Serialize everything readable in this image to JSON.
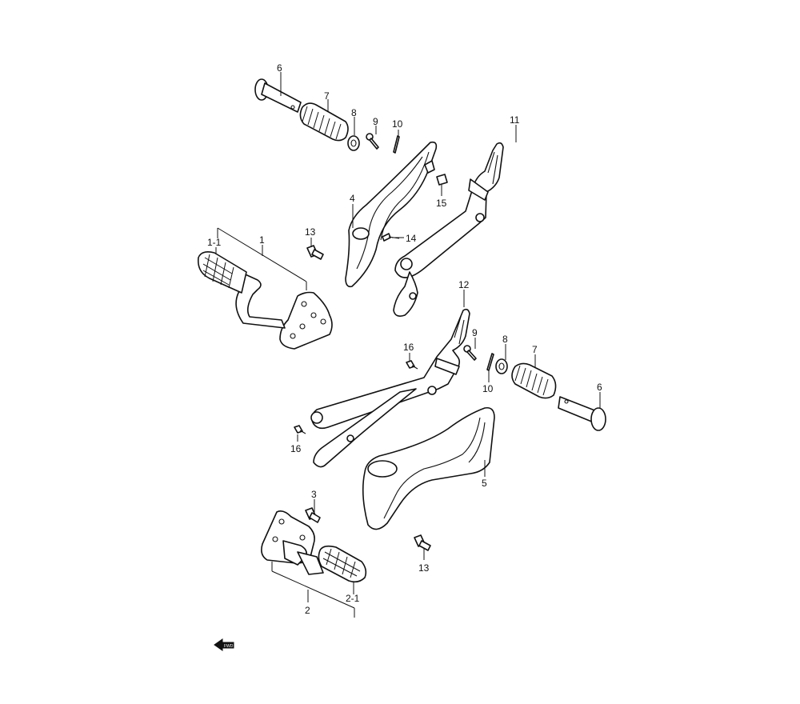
{
  "diagram": {
    "labels": {
      "p6a": "6",
      "p7a": "7",
      "p8a": "8",
      "p9a": "9",
      "p10a": "10",
      "p11": "11",
      "p4": "4",
      "p15": "15",
      "p13a": "13",
      "p14": "14",
      "p1": "1",
      "p1_1": "1-1",
      "p12": "12",
      "p9b": "9",
      "p8b": "8",
      "p7b": "7",
      "p16a": "16",
      "p10b": "10",
      "p6b": "6",
      "p16b": "16",
      "p5": "5",
      "p3": "3",
      "p13b": "13",
      "p2": "2",
      "p2_1": "2-1"
    },
    "fwd_badge": "FWD"
  }
}
